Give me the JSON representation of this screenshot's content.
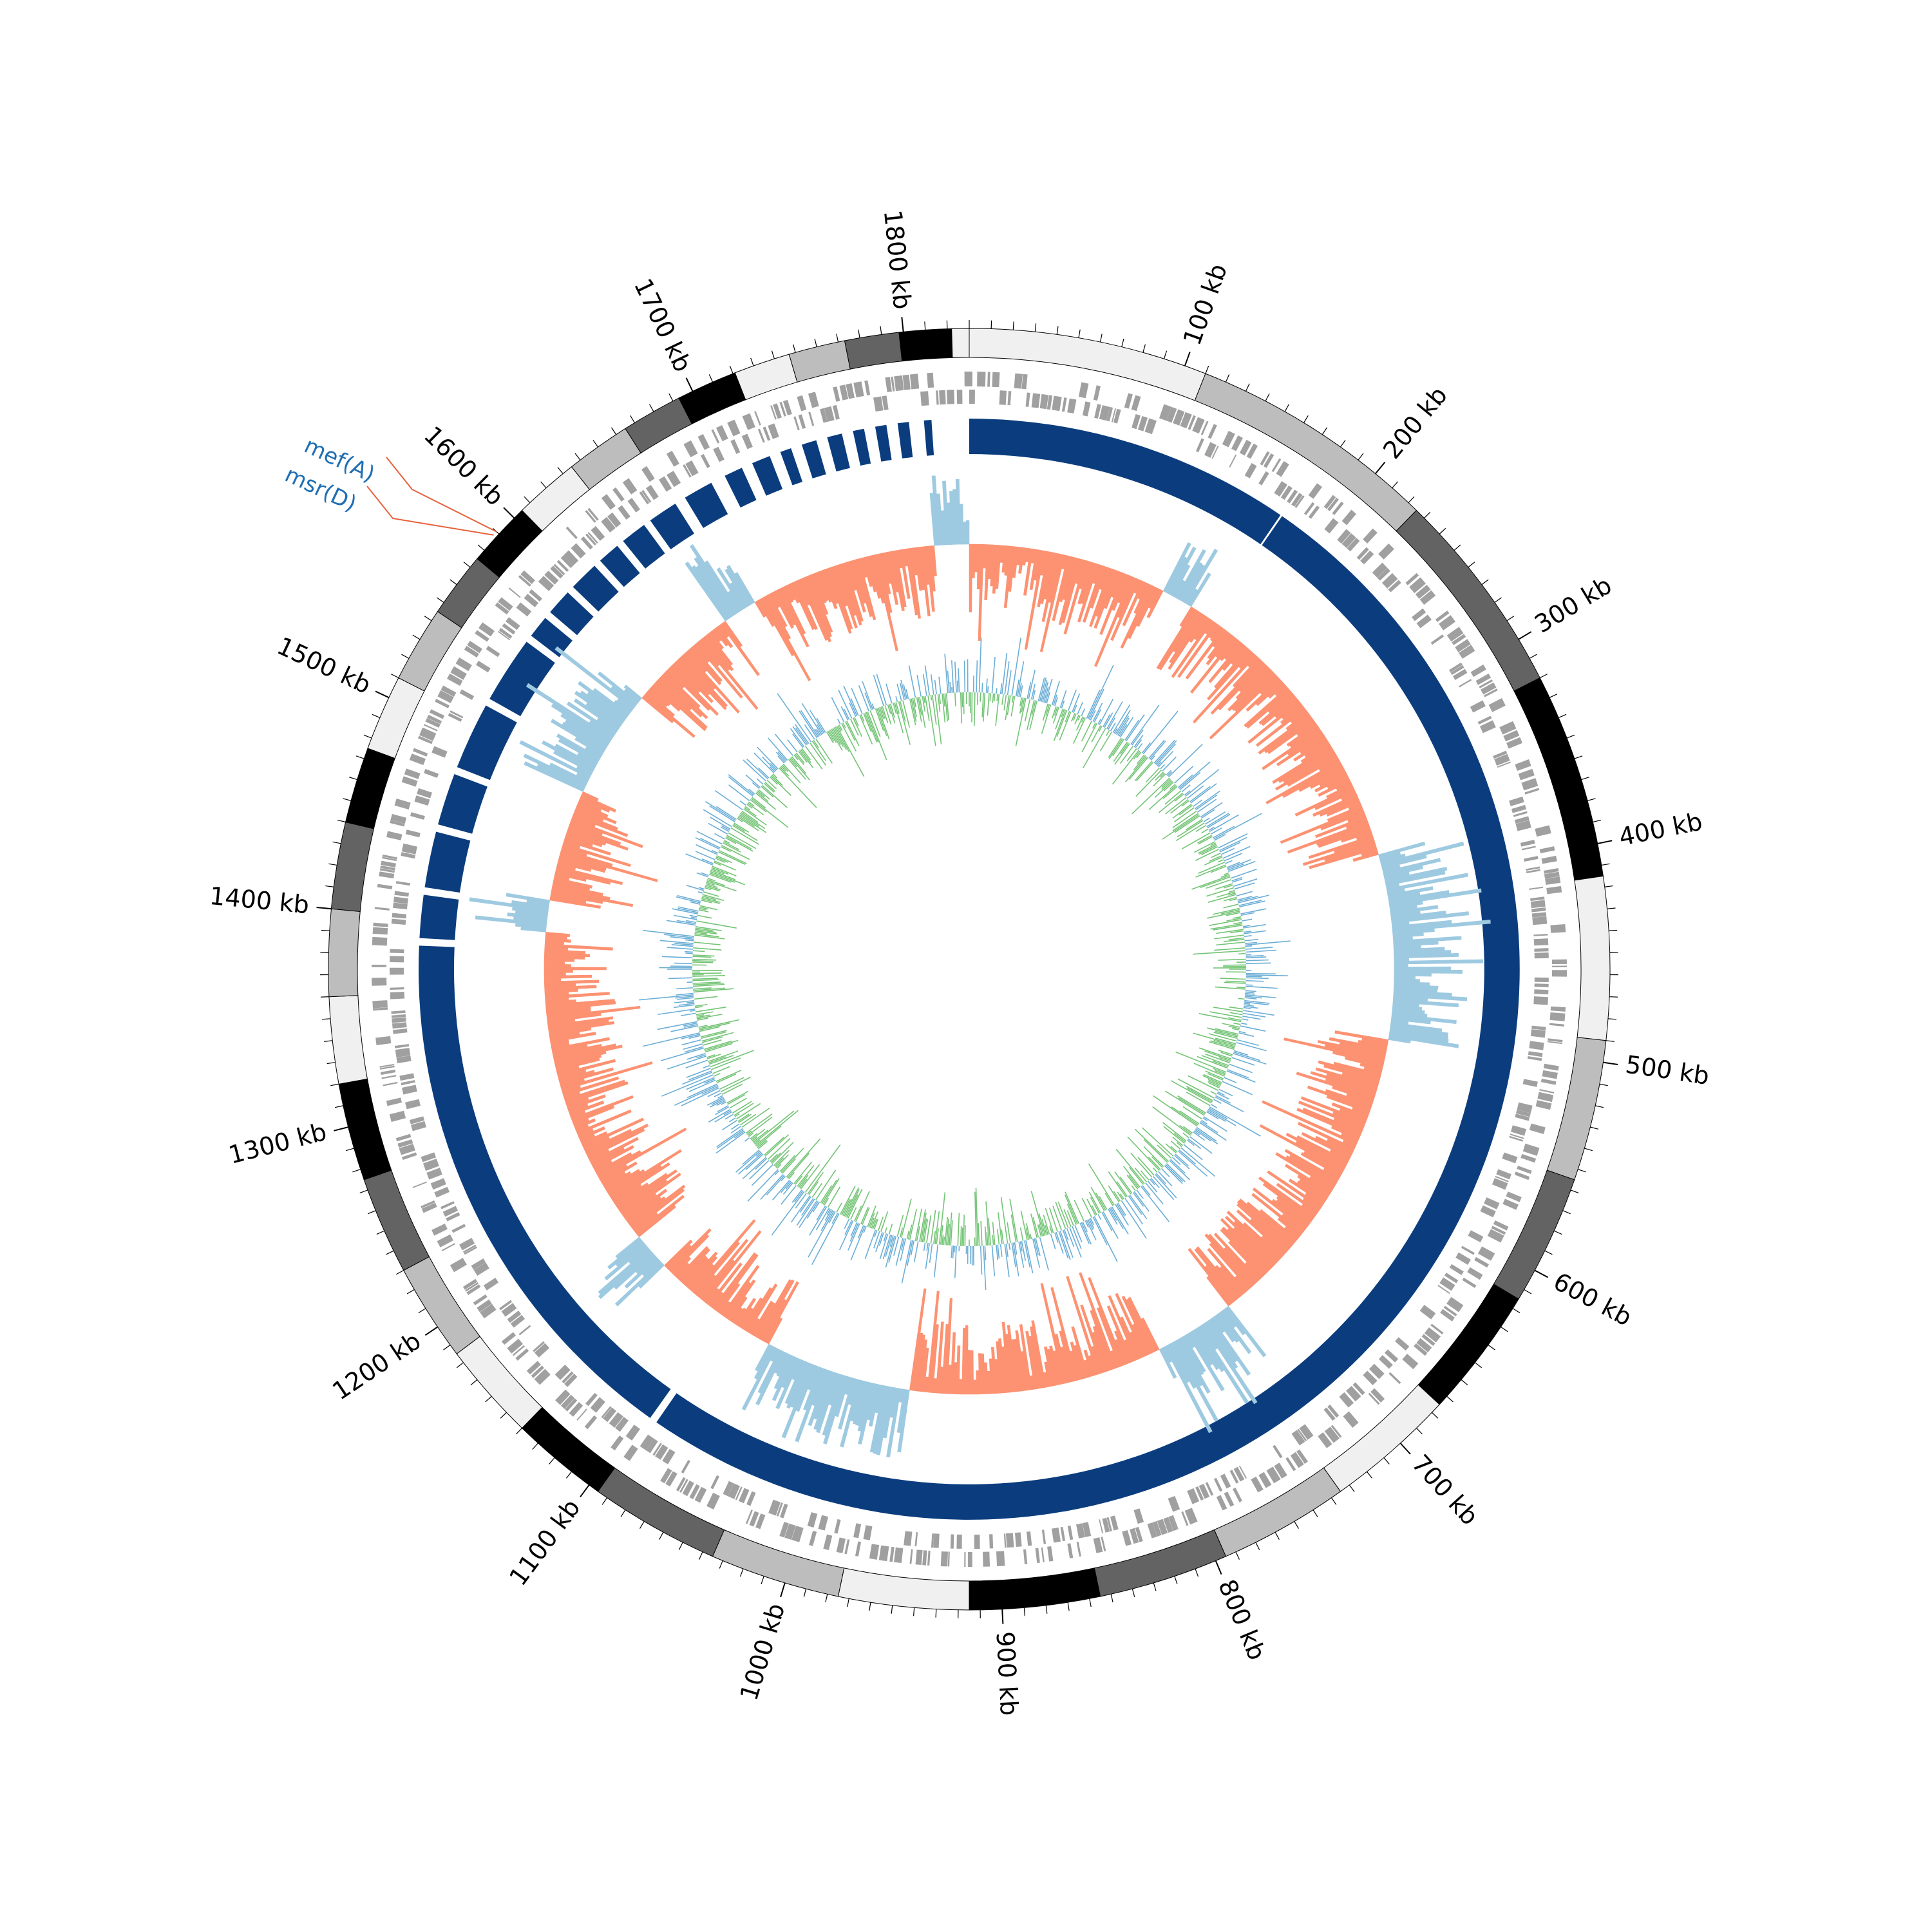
{
  "genome_length_kb": 1830,
  "tick_labels": [
    "100 kb",
    "200 kb",
    "300 kb",
    "400 kb",
    "500 kb",
    "600 kb",
    "700 kb",
    "800 kb",
    "900 kb",
    "1000 kb",
    "1100 kb",
    "1200 kb",
    "1300 kb",
    "1400 kb",
    "1500 kb",
    "1600 kb",
    "1700 kb",
    "1800 kb"
  ],
  "tick_positions_kb": [
    100,
    200,
    300,
    400,
    500,
    600,
    700,
    800,
    900,
    1000,
    1100,
    1200,
    1300,
    1400,
    1500,
    1600,
    1700,
    1800
  ],
  "gene_annotations": [
    {
      "label": "mef(A)",
      "position_kb": 1590
    },
    {
      "label": "msr(D)",
      "position_kb": 1588
    }
  ],
  "colors": {
    "label_text": "#1f6fb4",
    "label_line": "#e8603c",
    "contig": "#0b3d7e",
    "cds": "#a0a0a0",
    "gc_content_positive": "#9ecae1",
    "gc_content_negative": "#fc9272",
    "gc_skew_positive": "#6baed6",
    "gc_skew_negative": "#74c476",
    "band_shades": [
      "#f0f0f0",
      "#bdbdbd",
      "#636363",
      "#000000"
    ]
  },
  "icons": [
    "none"
  ]
}
